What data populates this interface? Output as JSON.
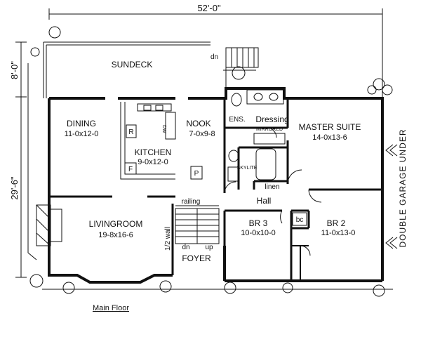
{
  "dimensions": {
    "width": "52'-0\"",
    "depth_upper": "8'-0\"",
    "depth_lower": "29'-6\""
  },
  "rooms": {
    "sundeck": "SUNDECK",
    "dining_name": "DINING",
    "dining_size": "11-0x12-0",
    "nook_name": "NOOK",
    "nook_size": "7-0x9-8",
    "kitchen_name": "KITCHEN",
    "kitchen_size": "9-0x12-0",
    "ens": "ENS.",
    "dressing": "Dressing",
    "mirrored": "MIRRORED",
    "master_name": "MASTER SUITE",
    "master_size": "14-0x13-6",
    "skylight": "SKYLITE",
    "linen": "linen",
    "hall": "Hall",
    "living_name": "LIVINGROOM",
    "living_size": "19-8x16-6",
    "br3_name": "BR 3",
    "br3_size": "10-0x10-0",
    "br2_name": "BR 2",
    "br2_size": "11-0x13-0",
    "foyer": "FOYER",
    "garage": "DOUBLE GARAGE UNDER"
  },
  "labels": {
    "dn_deck": "dn",
    "railing": "railing",
    "half_wall": "1/2 wall",
    "dn": "dn",
    "up": "up",
    "bc": "bc",
    "r": "R",
    "f": "F",
    "p": "P",
    "dw": "DW",
    "caption": "Main Floor"
  }
}
